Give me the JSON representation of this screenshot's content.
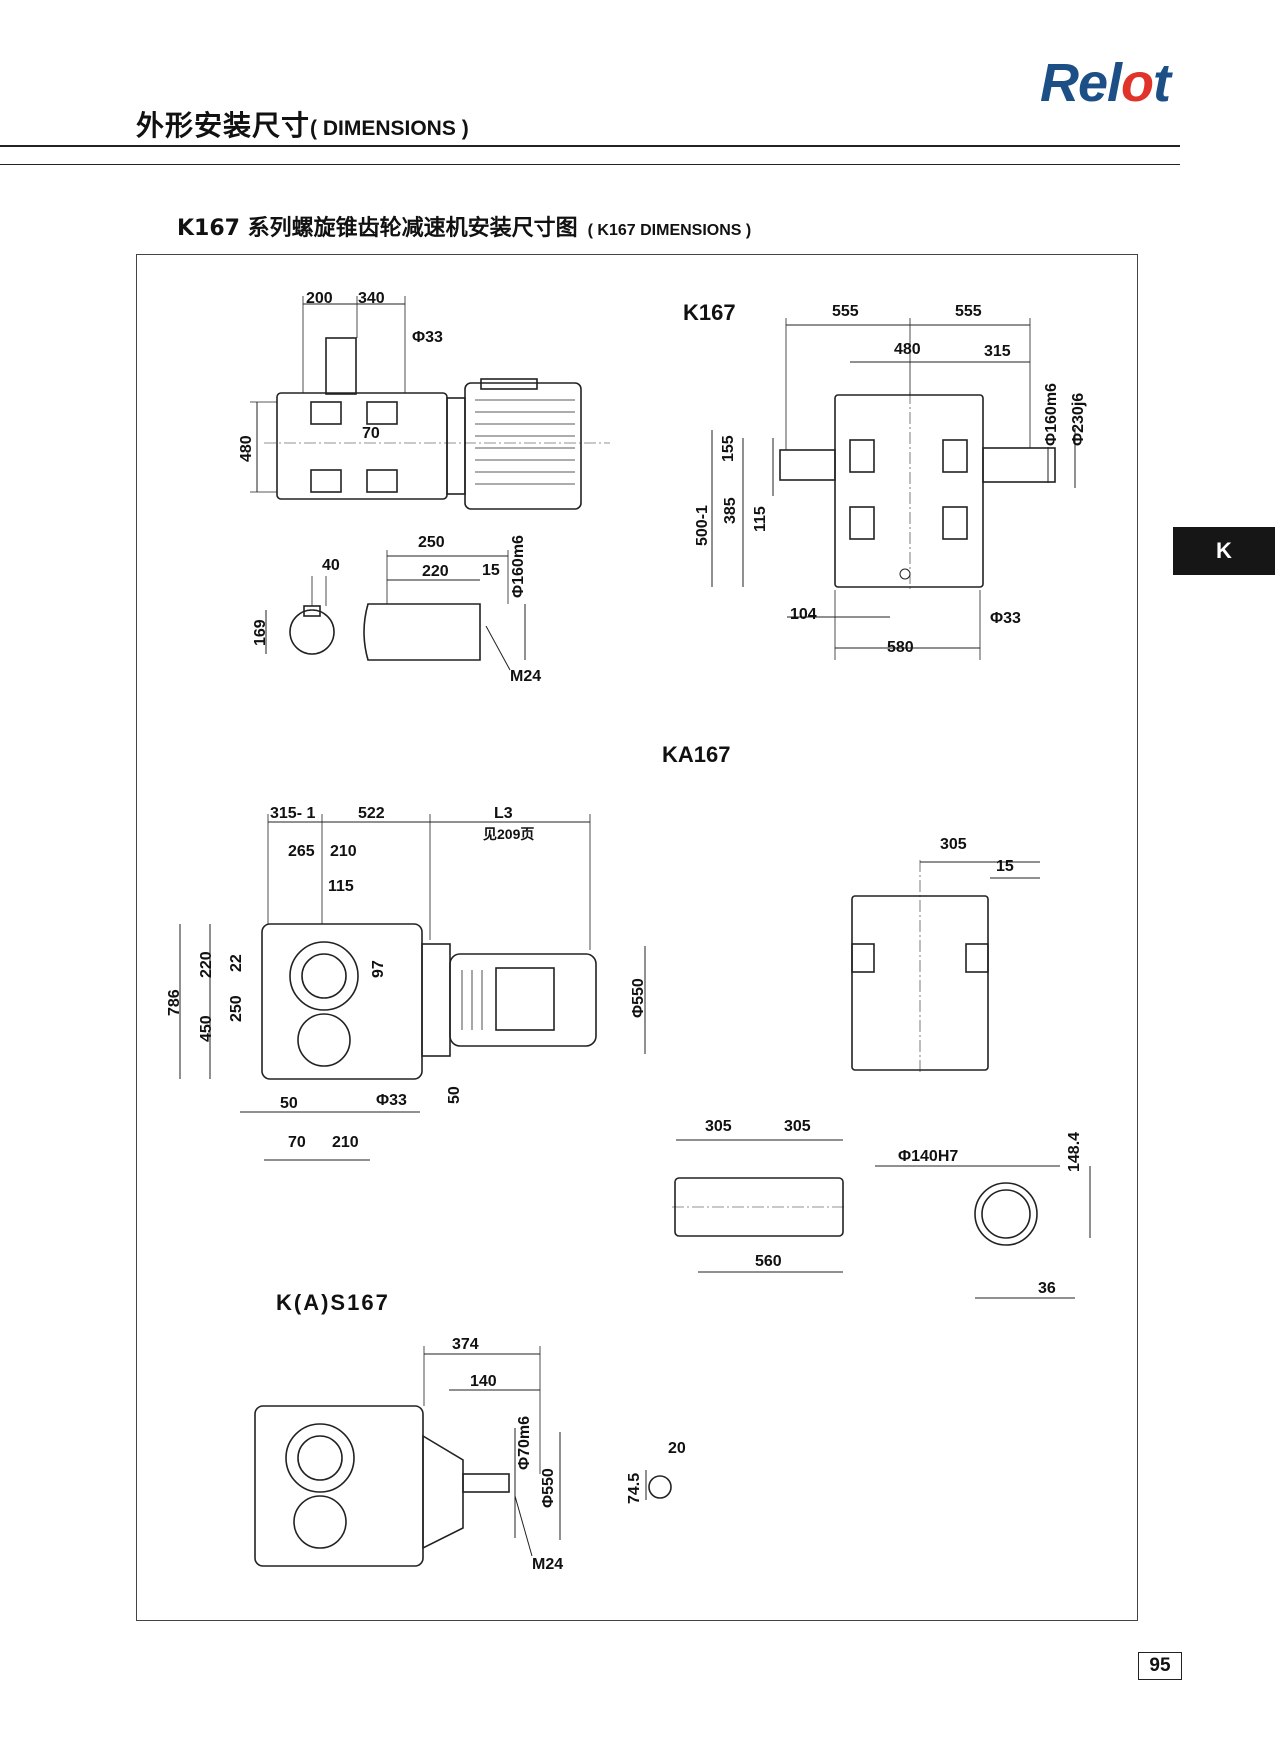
{
  "header": {
    "title_cn": "外形安装尺寸",
    "title_en": "( DIMENSIONS )"
  },
  "logo": {
    "text_a": "Rel",
    "text_b": "o",
    "text_c": "t"
  },
  "section": {
    "title_cn": "K167  系列螺旋锥齿轮减速机安装尺寸图",
    "title_en": "( K167 DIMENSIONS )"
  },
  "side_tab": "K",
  "page_number": "95",
  "models": {
    "k167": "K167",
    "ka167": "KA167",
    "kas167": "K(A)S167"
  },
  "dims": {
    "d200": "200",
    "d340": "340",
    "phi33a": "Φ33",
    "d480": "480",
    "d70a": "70",
    "d40": "40",
    "d250a": "250",
    "d220a": "220",
    "d15a": "15",
    "phi160a": "Φ160m6",
    "d169": "169",
    "m24a": "M24",
    "d555a": "555",
    "d555b": "555",
    "d480b": "480",
    "d315": "315",
    "phi160b": "Φ160m6",
    "phi230": "Φ230j6",
    "d155": "155",
    "d385": "385",
    "d115a": "115",
    "d500": "500-1",
    "d104": "104",
    "d580": "580",
    "phi33b": "Φ33",
    "d315_1": "315- 1",
    "d522": "522",
    "l3": "L3",
    "l3note": "见209页",
    "d265": "265",
    "d210a": "210",
    "d115b": "115",
    "d786": "786",
    "d220b": "220",
    "d22": "22",
    "d97": "97",
    "d450": "450",
    "d250b": "250",
    "phi550a": "Φ550",
    "d50a": "50",
    "phi33c": "Φ33",
    "d50b": "50",
    "d70b": "70",
    "d210b": "210",
    "d305a": "305",
    "d15b": "15",
    "d305b": "305",
    "d305c": "305",
    "d560": "560",
    "phi140": "Φ140H7",
    "d148": "148.4",
    "d36": "36",
    "d374": "374",
    "d140": "140",
    "phi70": "Φ70m6",
    "phi550b": "Φ550",
    "m24b": "M24",
    "d74": "74.5",
    "d20": "20"
  }
}
